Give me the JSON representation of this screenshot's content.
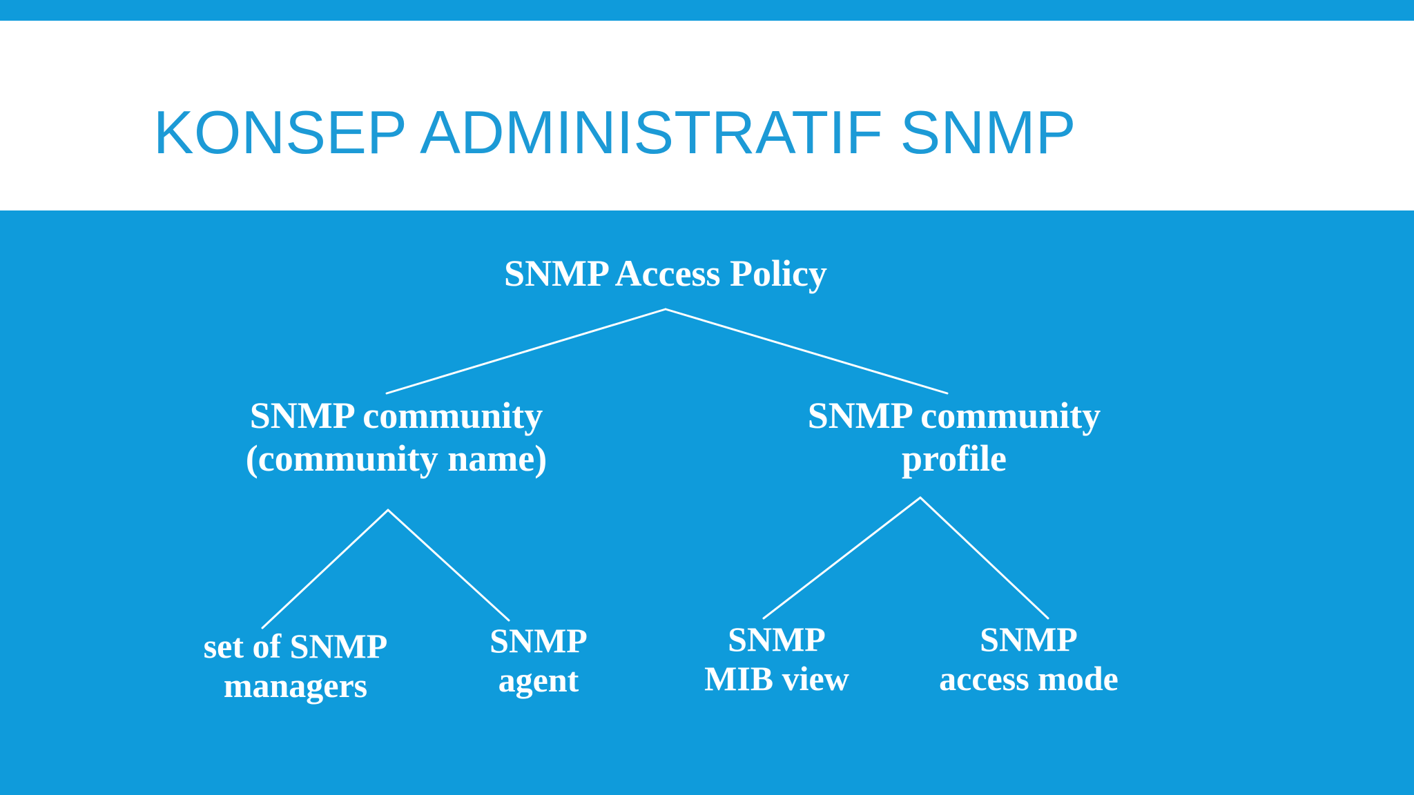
{
  "slide": {
    "title": "Konsep Administratif SNMP",
    "background_color": "#0F9BDB",
    "title_band_color": "#FFFFFF",
    "title_color": "#1C9AD6",
    "node_text_color": "#FFFFFF"
  },
  "diagram": {
    "type": "tree",
    "root": {
      "id": "snmp-access-policy",
      "label": "SNMP Access Policy"
    },
    "level1": [
      {
        "id": "snmp-community",
        "label": "SNMP community\n(community name)"
      },
      {
        "id": "snmp-community-profile",
        "label": "SNMP community\nprofile"
      }
    ],
    "leaves": [
      {
        "id": "set-of-snmp-managers",
        "parent": "snmp-community",
        "label": "set of SNMP\nmanagers"
      },
      {
        "id": "snmp-agent",
        "parent": "snmp-community",
        "label": "SNMP\nagent"
      },
      {
        "id": "snmp-mib-view",
        "parent": "snmp-community-profile",
        "label": "SNMP\nMIB view"
      },
      {
        "id": "snmp-access-mode",
        "parent": "snmp-community-profile",
        "label": "SNMP\naccess mode"
      }
    ],
    "connector_color": "#FFFFFF",
    "connector_width": 3
  }
}
